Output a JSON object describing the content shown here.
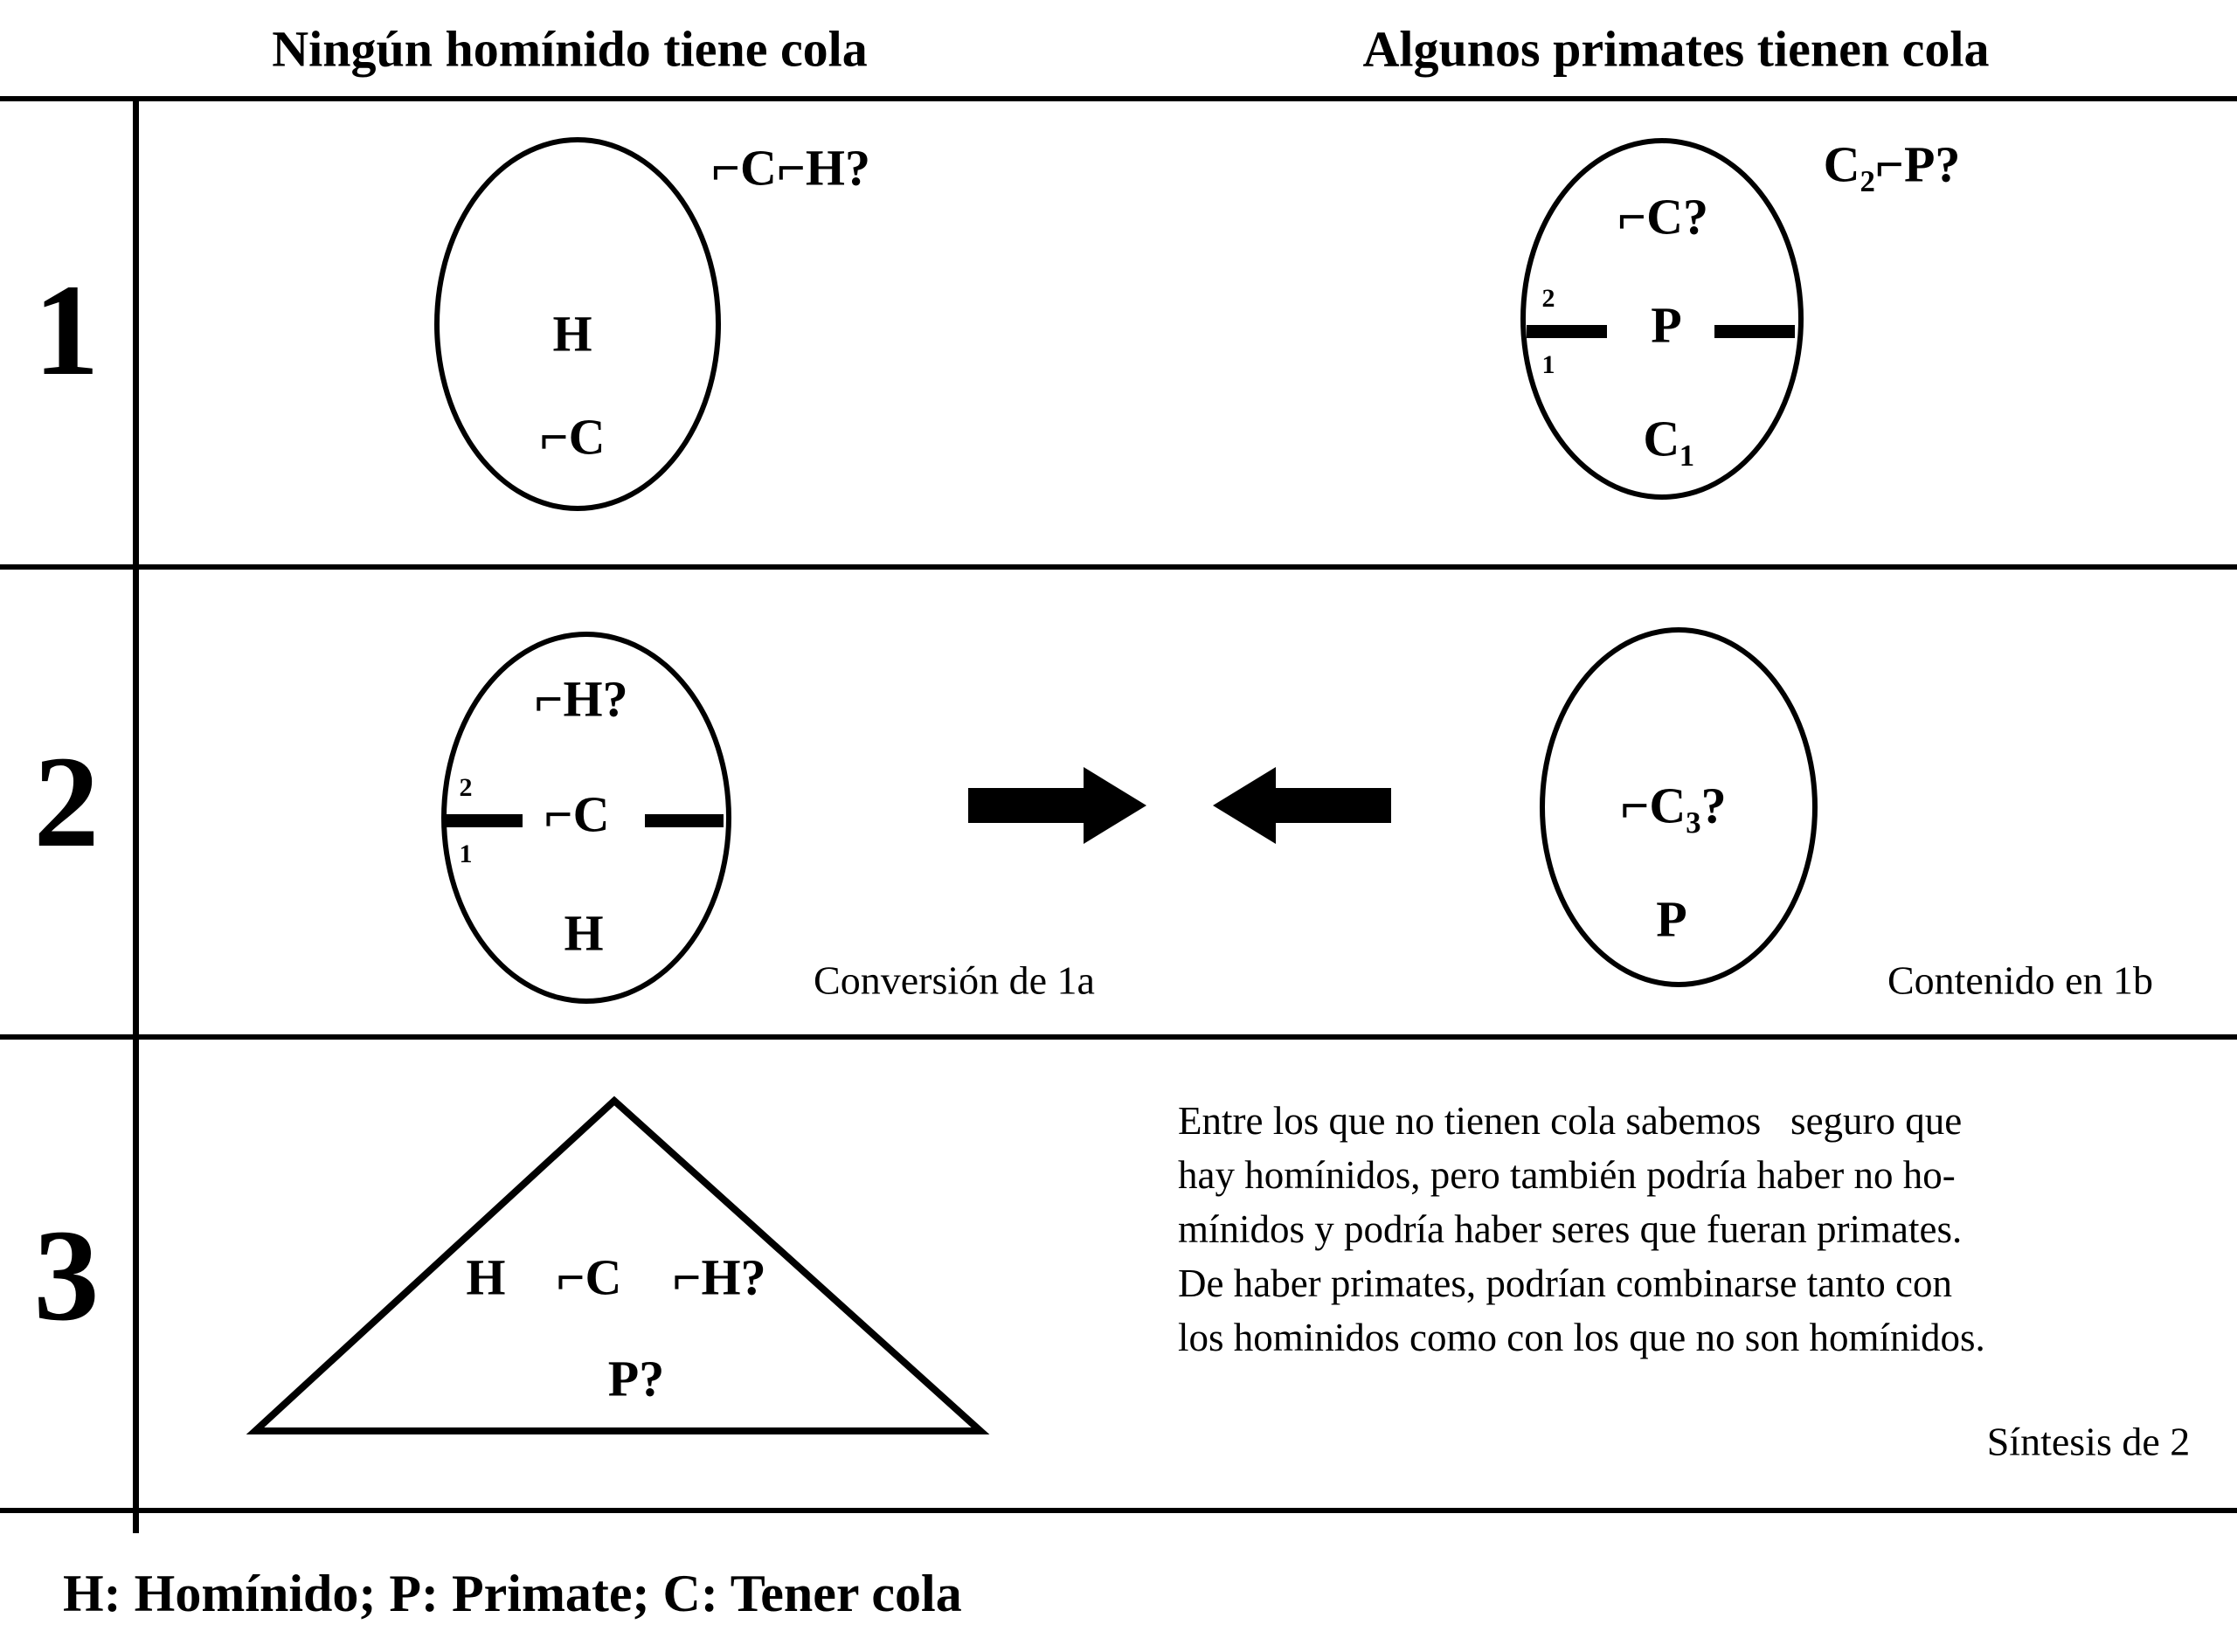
{
  "colors": {
    "ink": "#000000",
    "background": "#ffffff"
  },
  "column_headers": {
    "left": "Ningún homínido tiene cola",
    "right": "Algunos primates tienen cola"
  },
  "rows": {
    "r1": {
      "number": "1",
      "left": {
        "outside_label": "⌐C⌐H?",
        "center_label": "H",
        "bottom_label": "⌐C"
      },
      "right": {
        "outside_label": "C₂⌐P?",
        "top_label": "⌐C?",
        "center_label": "P",
        "bottom_label": "C₁",
        "bar_upper_index": "2",
        "bar_lower_index": "1"
      }
    },
    "r2": {
      "number": "2",
      "left": {
        "top_label": "⌐H?",
        "center_label": "⌐C",
        "bottom_label": "H",
        "bar_upper_index": "2",
        "bar_lower_index": "1",
        "caption": "Conversión de 1a"
      },
      "right": {
        "center_label": "⌐C₃?",
        "bottom_label": "P",
        "caption": "Contenido en 1b"
      }
    },
    "r3": {
      "number": "3",
      "triangle": {
        "inner_line": "H    ⌐C    ⌐H?",
        "bottom_line": "P?"
      },
      "paragraph_lines": [
        "Entre los que no tienen cola sabemos   seguro que",
        "hay homínidos, pero también podría haber no ho-",
        "mínidos y podría haber seres que fueran primates.",
        "De haber primates, podrían combinarse tanto con",
        "los hominidos como con los que no son homínidos."
      ],
      "caption": "Síntesis de 2"
    }
  },
  "legend": "H: Homínido; P: Primate; C: Tener cola"
}
